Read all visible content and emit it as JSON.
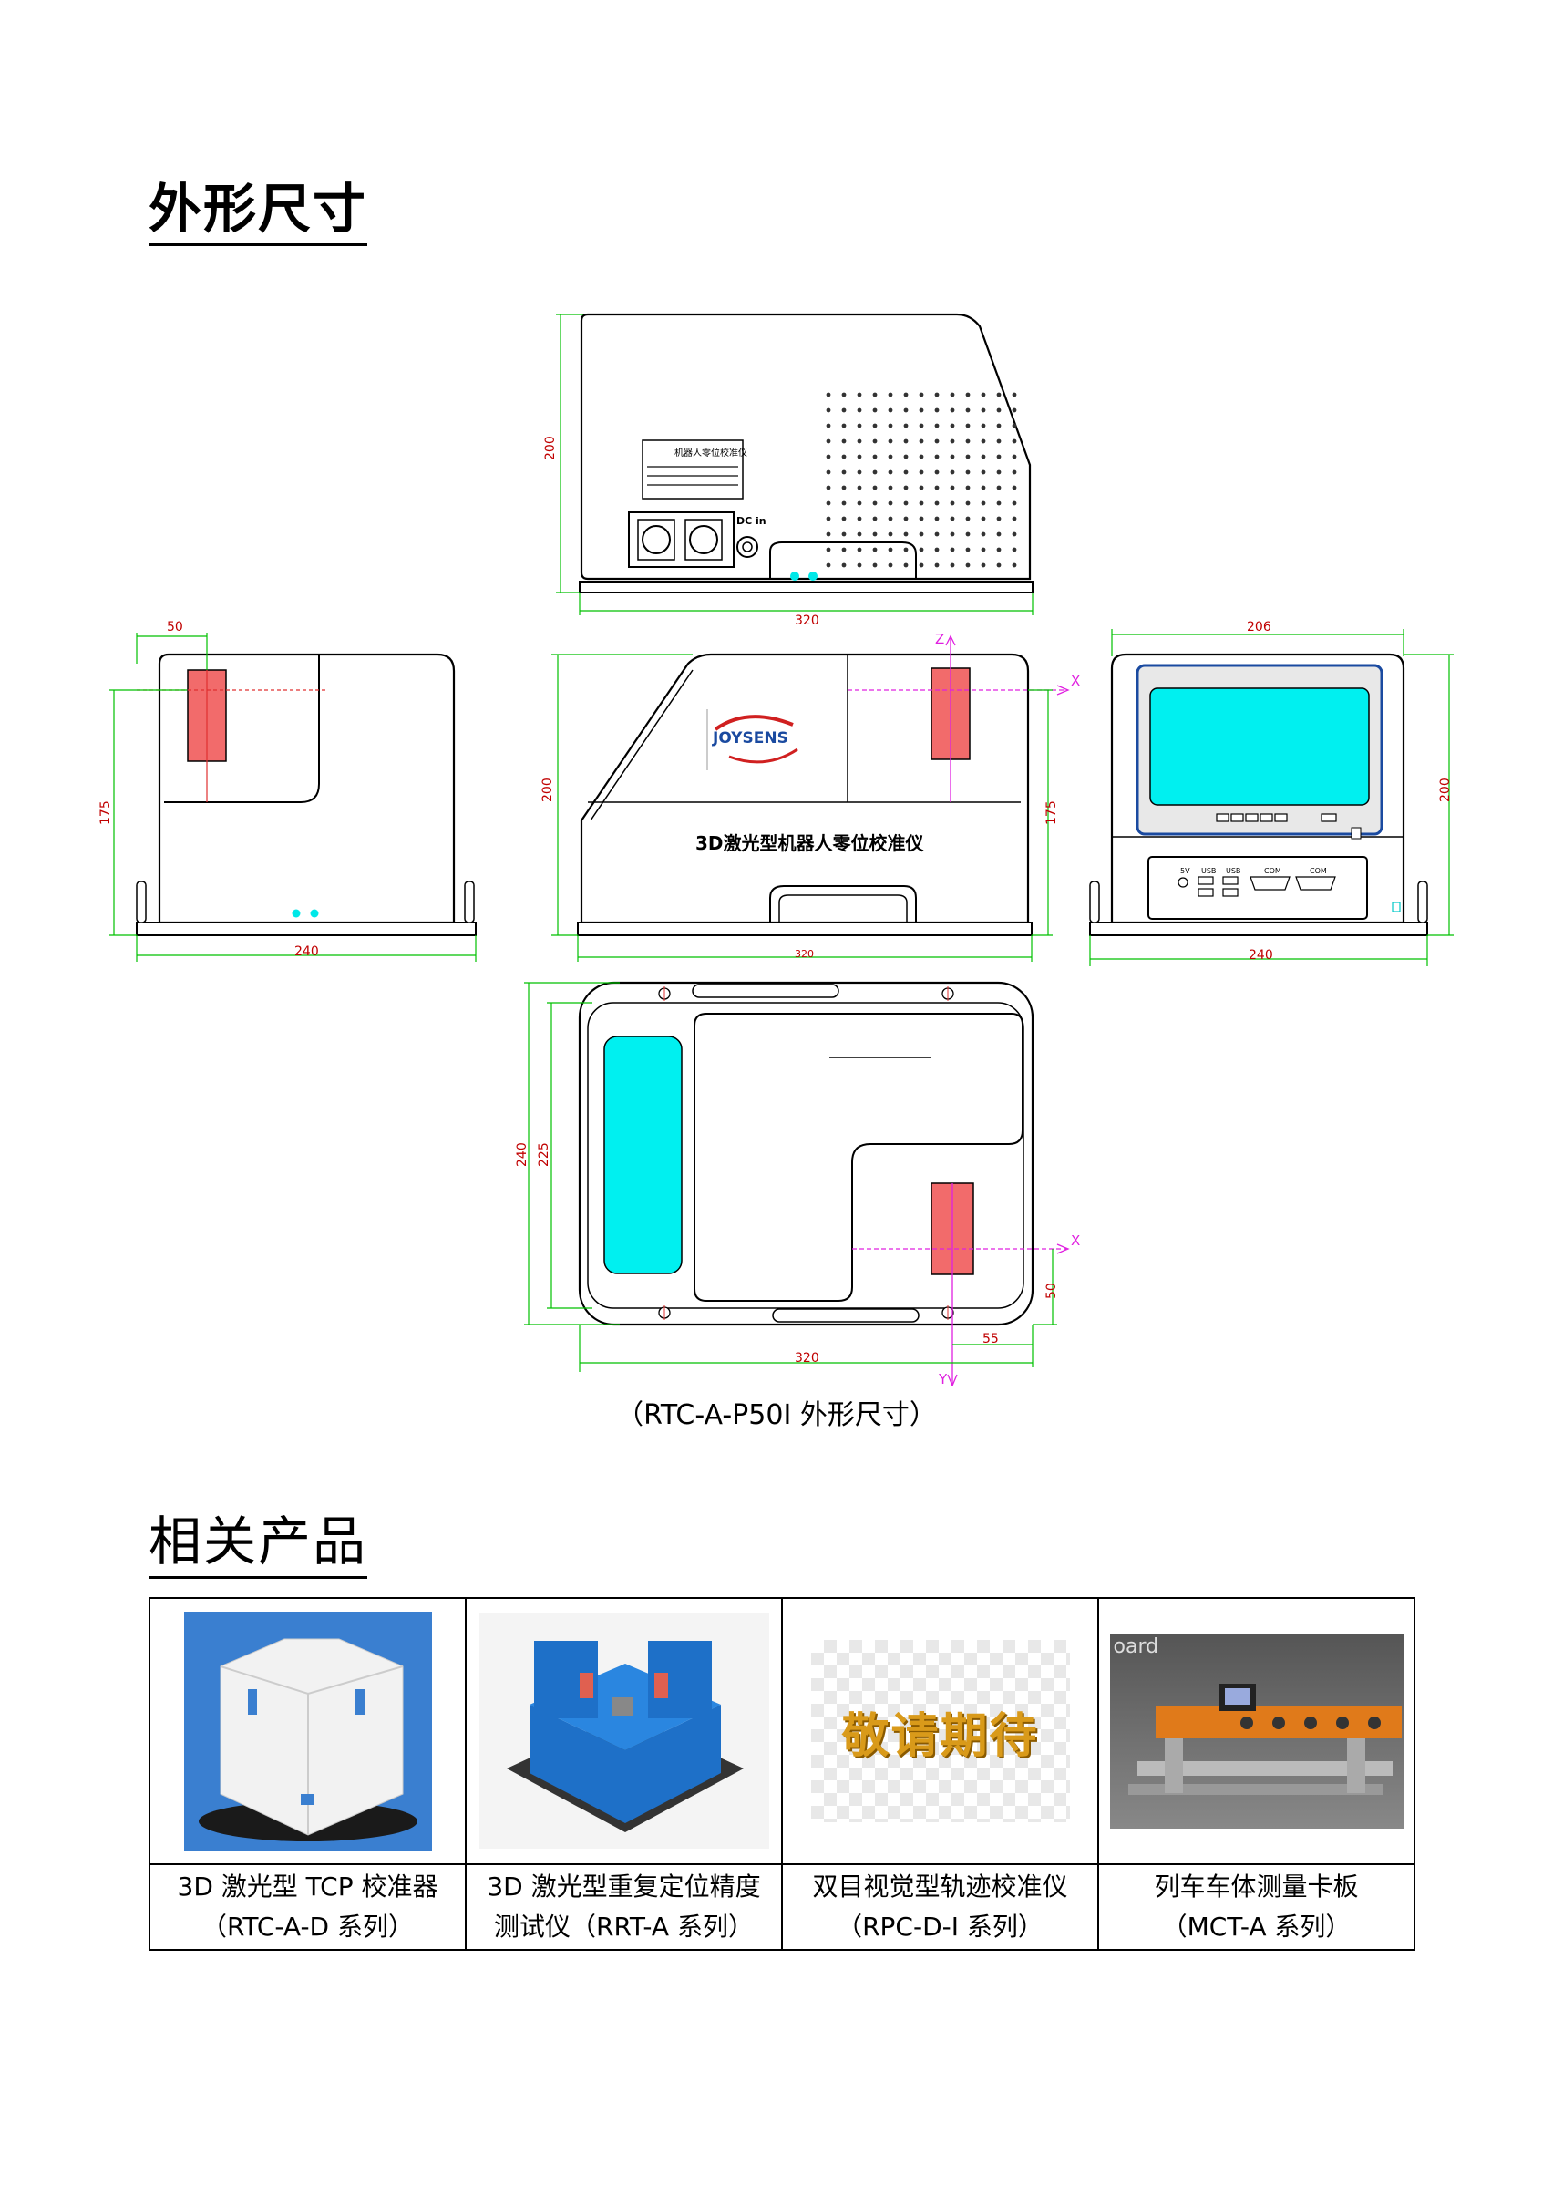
{
  "section1": {
    "title": "外形尺寸"
  },
  "caption": "（RTC-A-P50I 外形尺寸）",
  "drawing": {
    "top_view": {
      "height": "200",
      "width": "320",
      "plate_text": "机器人零位校准仪",
      "port_label": "DC in"
    },
    "left_view": {
      "top": "50",
      "height": "175",
      "width": "240"
    },
    "front_view": {
      "height_left": "200",
      "height_right": "175",
      "width": "320",
      "brand": "JOYSENS",
      "product_name": "3D激光型机器人零位校准仪",
      "axis_z": "Z",
      "axis_x": "X"
    },
    "right_view": {
      "top": "206",
      "height": "200",
      "width": "240",
      "port_labels": [
        "5V",
        "USB",
        "USB",
        "COM",
        "COM"
      ]
    },
    "bottom_view": {
      "outer_h": "240",
      "inner_h": "225",
      "offset_y": "50",
      "offset_x": "55",
      "width": "320",
      "axis_x": "X",
      "axis_y": "Y"
    }
  },
  "section2": {
    "title": "相关产品"
  },
  "products": [
    {
      "line1": "3D 激光型 TCP 校准器",
      "line2": "（RTC-A-D 系列）"
    },
    {
      "line1": "3D 激光型重复定位精度",
      "line2": "测试仪（RRT-A 系列）"
    },
    {
      "line1": "双目视觉型轨迹校准仪",
      "line2": "（RPC-D-I 系列）",
      "image_text": "敬请期待"
    },
    {
      "line1": "列车车体测量卡板",
      "line2": "（MCT-A 系列）",
      "image_text": "oard"
    }
  ],
  "colors": {
    "dimension": "#00c000",
    "laser": "#f26b6b",
    "screen": "#00f0f0",
    "axis": "#e020e0",
    "dim_text": "#c00000"
  }
}
